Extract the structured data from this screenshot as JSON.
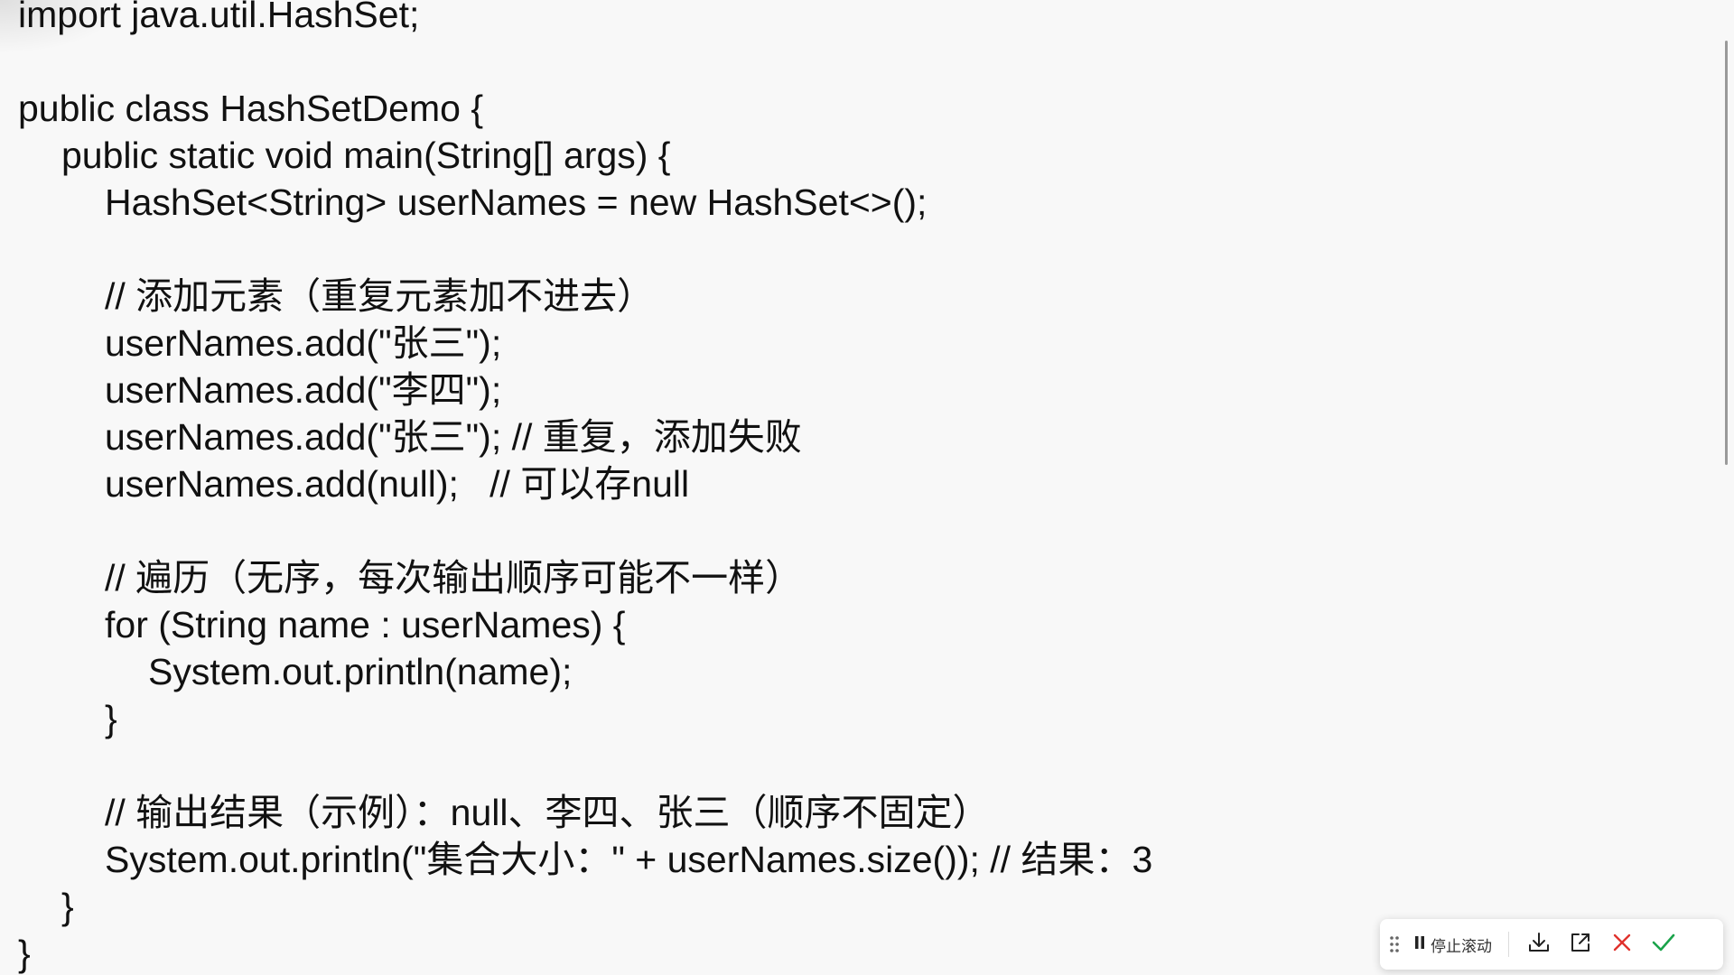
{
  "code": {
    "lines": [
      "import java.util.HashSet;",
      "",
      "public class HashSetDemo {",
      "public static void main(String[] args) {",
      "HashSet<String> userNames = new HashSet<>();",
      "",
      "// 添加元素（重复元素加不进去）",
      "userNames.add(\"张三\");",
      "userNames.add(\"李四\");",
      "userNames.add(\"张三\"); // 重复，添加失败",
      "userNames.add(null);   // 可以存null",
      "",
      "// 遍历（无序，每次输出顺序可能不一样）",
      "for (String name : userNames) {",
      "System.out.println(name);",
      "}",
      "",
      "// 输出结果（示例）：null、李四、张三（顺序不固定）",
      "System.out.println(\"集合大小：\" + userNames.size()); // 结果：3",
      "}",
      "}"
    ]
  },
  "toolbar": {
    "pause_label": "停止滚动",
    "icons": {
      "drag": "drag-handle-icon",
      "pause": "pause-icon",
      "download": "download-icon",
      "open": "open-external-icon",
      "cancel": "close-icon",
      "confirm": "check-icon"
    }
  },
  "colors": {
    "background": "#f8f8f8",
    "text": "#111111",
    "cancel": "#e0322d",
    "confirm": "#1aa34a"
  }
}
